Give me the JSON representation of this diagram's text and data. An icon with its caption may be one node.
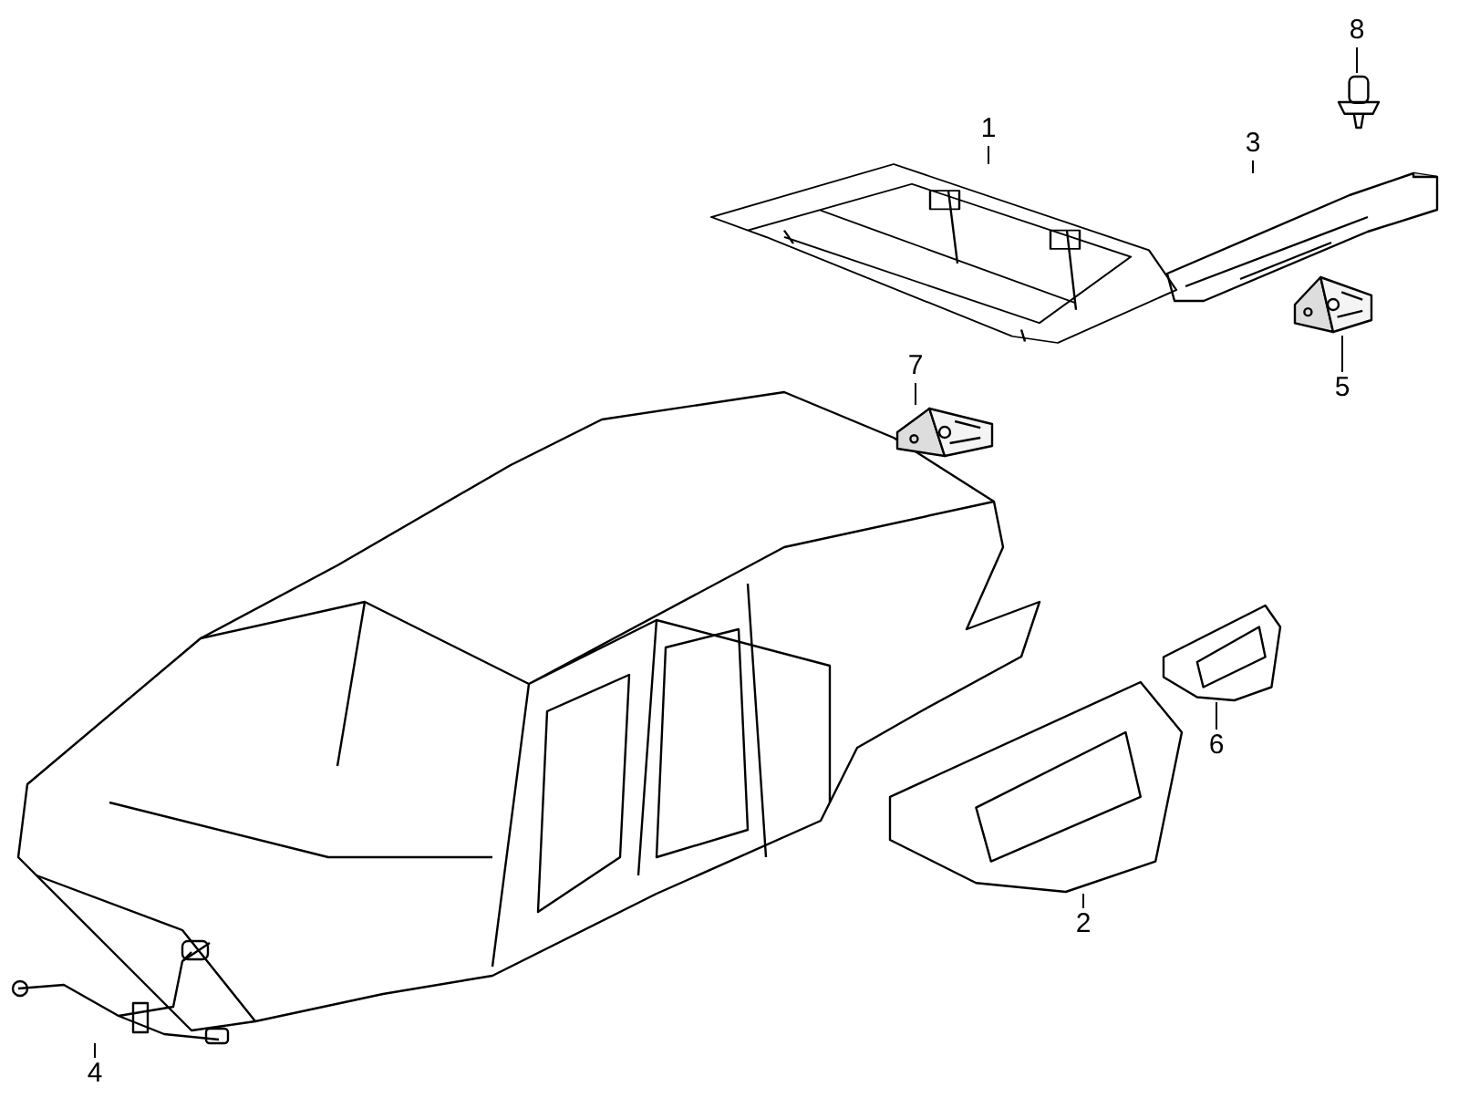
{
  "diagram": {
    "nodes": [
      {
        "text": [
          "8"
        ]
      },
      {
        "text": [],
        "shape": "picture"
      },
      {
        "text": [
          "1"
        ]
      },
      {
        "text": [],
        "shape": "picture"
      },
      {
        "text": [
          "3"
        ]
      },
      {
        "text": [],
        "shape": "picture"
      },
      {
        "text": [
          "7"
        ]
      },
      {
        "text": [],
        "shape": "picture"
      },
      {
        "text": [
          "5"
        ]
      },
      {
        "text": [],
        "shape": "picture"
      },
      {
        "text": [
          "6"
        ]
      },
      {
        "text": [],
        "shape": "picture"
      },
      {
        "text": [
          "2"
        ]
      },
      {
        "text": [],
        "shape": "picture"
      },
      {
        "text": [
          "4"
        ]
      },
      {
        "text": [],
        "shape": "picture"
      }
    ],
    "edges": [
      {
        "from": 0,
        "to": 1,
        "arrow": "none"
      },
      {
        "from": 2,
        "to": 3,
        "arrow": "none"
      },
      {
        "from": 4,
        "to": 5,
        "arrow": "none"
      },
      {
        "from": 6,
        "to": 7,
        "arrow": "none"
      },
      {
        "from": 8,
        "to": 9,
        "arrow": "none"
      },
      {
        "from": 10,
        "to": 11,
        "arrow": "none"
      },
      {
        "from": 12,
        "to": 13,
        "arrow": "none"
      },
      {
        "from": 14,
        "to": 15,
        "arrow": "none"
      }
    ]
  }
}
